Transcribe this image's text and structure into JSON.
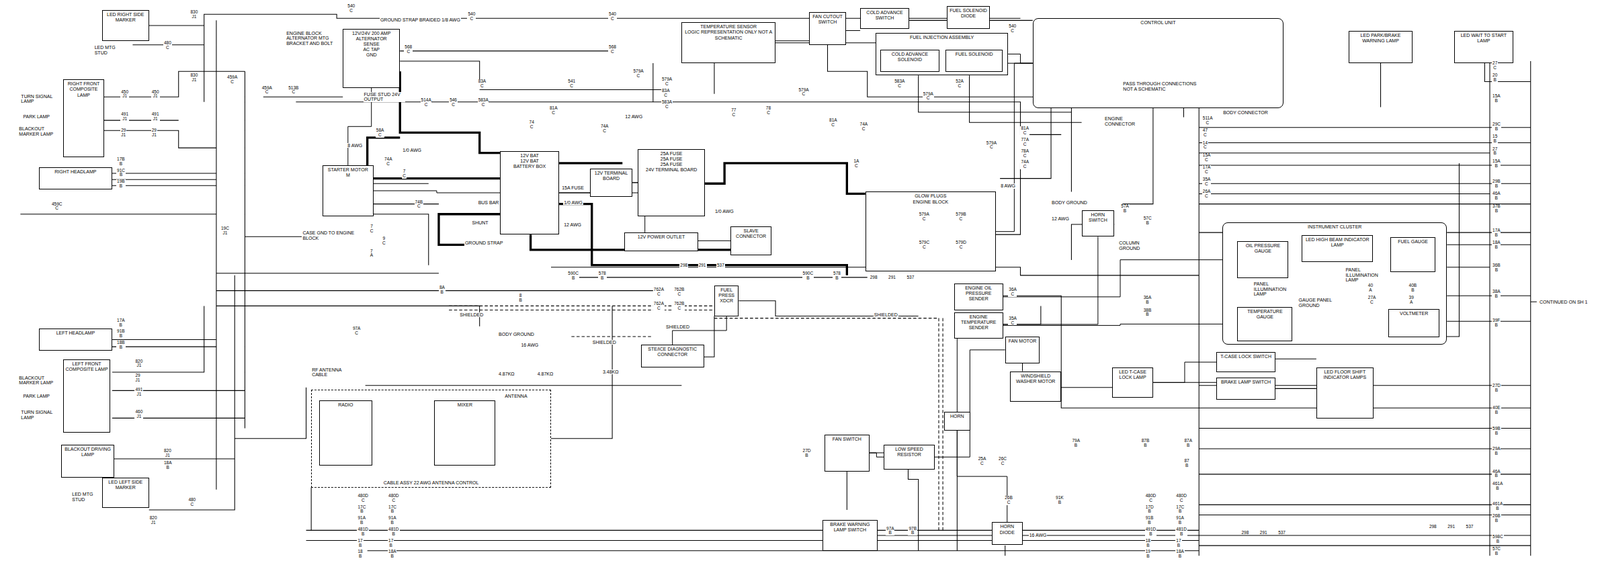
{
  "diagram": {
    "nodes": [
      {
        "text": [
          "CONTROL UNIT"
        ]
      },
      {
        "text": [
          "TEMPERATURE SENSOR",
          "LOGIC REPRESENTATION ONLY NOT A SCHEMATIC"
        ]
      },
      {
        "text": [
          "FAN CUTOUT SWITCH"
        ]
      },
      {
        "text": [
          "COLD ADVANCE SWITCH"
        ]
      },
      {
        "text": [
          "FUEL SOLENOID DIODE"
        ]
      },
      {
        "text": [
          "FUEL INJECTION ASSEMBLY"
        ]
      },
      {
        "text": [
          "COLD ADVANCE SOLENOID"
        ],
        "in": 5
      },
      {
        "text": [
          "FUEL SOLENOID"
        ],
        "in": 5
      },
      {
        "text": [
          "LED PARK/BRAKE WARNING LAMP"
        ]
      },
      {
        "text": [
          "LED WAIT TO START LAMP"
        ]
      },
      {
        "text": [
          "LED RIGHT SIDE MARKER"
        ]
      },
      {
        "text": [
          "RIGHT FRONT COMPOSITE LAMP"
        ]
      },
      {
        "text": [
          "RIGHT HEADLAMP"
        ]
      },
      {
        "text": [
          "12V/24V 200 AMP ALTERNATOR",
          "SENSE",
          "AC TAP",
          "GND"
        ]
      },
      {
        "text": [
          "STARTER MOTOR",
          "M"
        ]
      },
      {
        "text": [
          "12V BAT",
          "12V BAT",
          "BATTERY BOX"
        ]
      },
      {
        "text": [
          "12V TERMINAL BOARD"
        ]
      },
      {
        "text": [
          "25A FUSE",
          "25A FUSE",
          "25A FUSE",
          "24V TERMINAL BOARD"
        ]
      },
      {
        "text": [
          "12V POWER OUTLET"
        ]
      },
      {
        "text": [
          "SLAVE CONNECTOR"
        ]
      },
      {
        "text": [
          "GLOW PLUGS",
          "ENGINE BLOCK"
        ]
      },
      {
        "text": [
          "HORN SWITCH"
        ]
      },
      {
        "text": [
          "INSTRUMENT CLUSTER"
        ]
      },
      {
        "text": [
          "OIL PRESSURE GAUGE"
        ],
        "in": 22
      },
      {
        "text": [
          "LED HIGH BEAM INDICATOR LAMP"
        ],
        "in": 22
      },
      {
        "text": [
          "FUEL GAUGE"
        ],
        "in": 22
      },
      {
        "text": [
          "TEMPERATURE GAUGE"
        ],
        "in": 22
      },
      {
        "text": [
          "VOLTMETER"
        ],
        "in": 22
      },
      {
        "text": [
          "LEFT HEADLAMP"
        ]
      },
      {
        "text": [
          "LEFT FRONT COMPOSITE LAMP"
        ]
      },
      {
        "text": [
          "BLACKOUT DRIVING LAMP"
        ]
      },
      {
        "text": [
          "LED LEFT SIDE MARKER"
        ]
      },
      {
        "text": [
          "CABLE ASSY 22 AWG ANTENNA CONTROL"
        ]
      },
      {
        "text": [
          "RADIO"
        ],
        "in": 32
      },
      {
        "text": [
          "MIXER"
        ],
        "in": 32
      },
      {
        "text": [
          "STE/ICE DIAGNOSTIC CONNECTOR"
        ]
      },
      {
        "text": [
          "FUEL PRESS XDCR"
        ]
      },
      {
        "text": [
          "ENGINE OIL PRESSURE SENDER"
        ]
      },
      {
        "text": [
          "ENGINE TEMPERATURE SENDER"
        ]
      },
      {
        "text": [
          "FAN MOTOR"
        ]
      },
      {
        "text": [
          "WINDSHIELD WASHER MOTOR"
        ]
      },
      {
        "text": [
          "LED T-CASE LOCK LAMP"
        ]
      },
      {
        "text": [
          "T-CASE LOCK SWITCH"
        ]
      },
      {
        "text": [
          "BRAKE LAMP SWITCH"
        ]
      },
      {
        "text": [
          "LED FLOOR SHIFT INDICATOR LAMPS"
        ]
      },
      {
        "text": [
          "HORN"
        ]
      },
      {
        "text": [
          "FAN SWITCH"
        ]
      },
      {
        "text": [
          "LOW SPEED RESISTOR"
        ]
      },
      {
        "text": [
          "BRAKE WARNING LAMP SWITCH"
        ]
      },
      {
        "text": [
          "HORN DIODE"
        ]
      }
    ],
    "edges": [
      {
        "from": 13,
        "to": 14,
        "arrow": "none"
      },
      {
        "from": 14,
        "to": 15,
        "arrow": "none"
      },
      {
        "from": 15,
        "to": 17,
        "arrow": "none"
      },
      {
        "from": 15,
        "to": 19,
        "arrow": "none"
      },
      {
        "from": 16,
        "to": 17,
        "arrow": "none"
      },
      {
        "from": 5,
        "to": 0,
        "arrow": "none"
      },
      {
        "from": 1,
        "to": 0,
        "arrow": "none"
      },
      {
        "from": 20,
        "to": 0,
        "arrow": "none"
      },
      {
        "from": 21,
        "to": 45,
        "arrow": "none"
      },
      {
        "from": 46,
        "to": 47,
        "arrow": "none"
      },
      {
        "from": 47,
        "to": 39,
        "arrow": "none"
      },
      {
        "from": 42,
        "to": 41,
        "arrow": "none"
      },
      {
        "from": 36,
        "to": 35,
        "arrow": "none"
      },
      {
        "from": 37,
        "to": 23,
        "arrow": "none"
      },
      {
        "from": 38,
        "to": 26,
        "arrow": "none"
      },
      {
        "from": 45,
        "to": 49,
        "arrow": "none"
      }
    ],
    "labels": [
      "LED MTG STUD",
      "LED MTG STUD",
      "TURN SIGNAL LAMP",
      "PARK LAMP",
      "BLACKOUT MARKER LAMP",
      "BLACKOUT MARKER LAMP",
      "PARK LAMP",
      "TURN SIGNAL LAMP",
      "ENGINE BLOCK ALTERNATOR MTG BRACKET AND BOLT",
      "GROUND STRAP BRAIDED 1/8 AWG",
      "FUSE STUD 24V OUTPUT",
      "CASE GND TO ENGINE BLOCK",
      "BUS BAR",
      "SHUNT",
      "GROUND STRAP",
      "15A FUSE",
      "1/0 AWG",
      "1/0 AWG",
      "1/0 AWG",
      "8 AWG",
      "8 AWG",
      "12 AWG",
      "12 AWG",
      "12 AWG",
      "16 AWG",
      "16 AWG",
      "SHIELDED",
      "SHIELDED",
      "SHIELDED",
      "SHIELDED",
      "BODY GROUND",
      "BODY GROUND",
      "COLUMN GROUND",
      "RF ANTENNA CABLE",
      "ANTENNA",
      "4.87KΩ",
      "4.87KΩ",
      "3.48KΩ",
      "ENGINE CONNECTOR",
      "BODY CONNECTOR",
      "PASS THROUGH CONNECTIONS NOT A SCHEMATIC",
      "PANEL ILLUMINATION LAMP",
      "PANEL ILLUMINATION LAMP",
      "GAUGE PANEL GROUND",
      "CONTINUED ON SH 1",
      "830 J1",
      "480 C",
      "830 J1",
      "450 J1",
      "450 J1",
      "491 J1",
      "491 J1",
      "29 J1",
      "29 J1",
      "17B B",
      "91C B",
      "19B B",
      "459C C",
      "19C J1",
      "459A C",
      "459A C",
      "513B C",
      "17A B",
      "91B B",
      "18B B",
      "820 J1",
      "29 J1",
      "491 J1",
      "460 J1",
      "820 J1",
      "18A B",
      "480 C",
      "820 J1",
      "540 C",
      "540 C",
      "540 C",
      "540 C",
      "568 C",
      "568 C",
      "514A C",
      "546 C",
      "83A C",
      "583A C",
      "541 C",
      "58A C",
      "74A C",
      "7 C",
      "74B C",
      "7 C",
      "9 C",
      "7 A",
      "8A B",
      "8 B",
      "97A C",
      "1A C",
      "579A C",
      "579A C",
      "83A C",
      "583A C",
      "579A C",
      "78 C",
      "77 C",
      "81A C",
      "74 C",
      "74A C",
      "81A C",
      "74A C",
      "583A C",
      "52A C",
      "579A C",
      "81A C",
      "77A C",
      "78A C",
      "74A C",
      "579A C",
      "579A C",
      "579B C",
      "579C C",
      "579D C",
      "57A B",
      "57C B",
      "511A C",
      "47 C",
      "14 C",
      "15A C",
      "17A C",
      "35A C",
      "26A C",
      "27 C",
      "20 B",
      "15A B",
      "29C B",
      "15 B",
      "27 B",
      "15A B",
      "29B B",
      "46A B",
      "37B B",
      "17A B",
      "18A B",
      "36B B",
      "38A B",
      "39F B",
      "27D B",
      "40E B",
      "59B B",
      "29A B",
      "46A B",
      "461A B",
      "461A B",
      "26B B",
      "598C B",
      "57C B",
      "40 A",
      "40B B",
      "27A C",
      "39 A",
      "27D B",
      "25A C",
      "26C C",
      "26B C",
      "79A B",
      "87B B",
      "87A B",
      "87 B",
      "91K B",
      "97A B",
      "97B B",
      "480D C",
      "17C B",
      "91A B",
      "481D B",
      "17 B",
      "18 B",
      "480D C",
      "17C B",
      "91A B",
      "481D B",
      "17 B",
      "18A B",
      "480D C",
      "17D B",
      "91B B",
      "491D B",
      "18 B",
      "19 B",
      "480D C",
      "17C B",
      "91A B",
      "481D B",
      "17 B",
      "18A B",
      "298",
      "291",
      "537",
      "298",
      "291",
      "537",
      "298",
      "291",
      "537",
      "298",
      "291",
      "537",
      "590C B",
      "578 B",
      "590C B",
      "578 B",
      "762A C",
      "762B C",
      "762A C",
      "762B C",
      "36A C",
      "35A C",
      "36A B",
      "38B B"
    ]
  }
}
